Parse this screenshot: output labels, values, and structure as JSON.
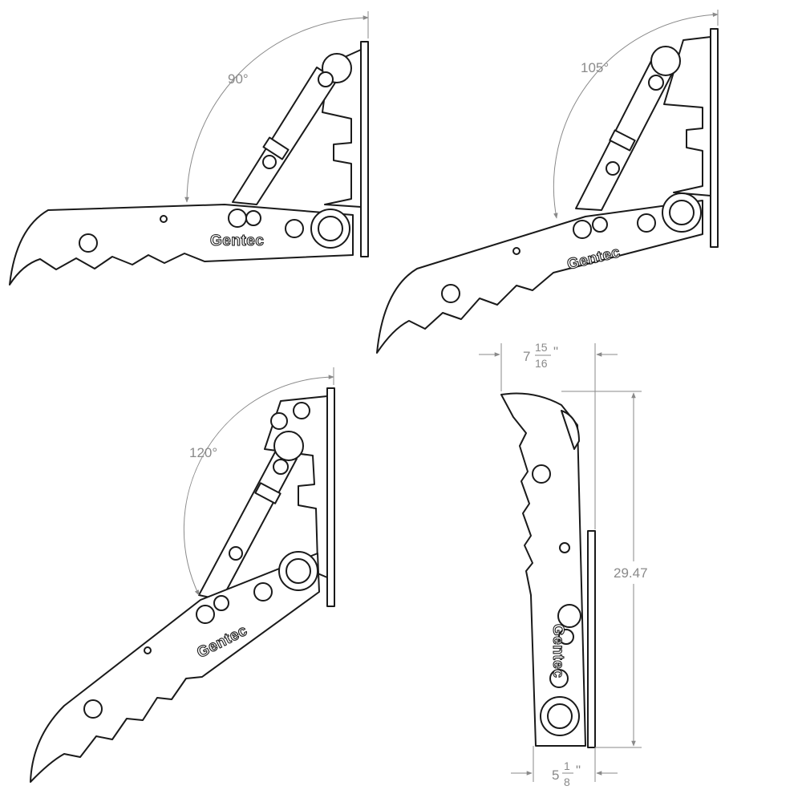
{
  "views": [
    {
      "id": "view-90",
      "angle_label": "90°",
      "brand": "Gentec"
    },
    {
      "id": "view-105",
      "angle_label": "105°",
      "brand": "Gentec"
    },
    {
      "id": "view-120",
      "angle_label": "120°",
      "brand": "Gentec"
    },
    {
      "id": "view-closed",
      "brand": "Gentec"
    }
  ],
  "dimensions": {
    "top_width": {
      "whole": "7",
      "num": "15",
      "den": "16",
      "unit": "\""
    },
    "height": "29.47",
    "bottom_width": {
      "whole": "5",
      "num": "1",
      "den": "8",
      "unit": "\""
    }
  }
}
